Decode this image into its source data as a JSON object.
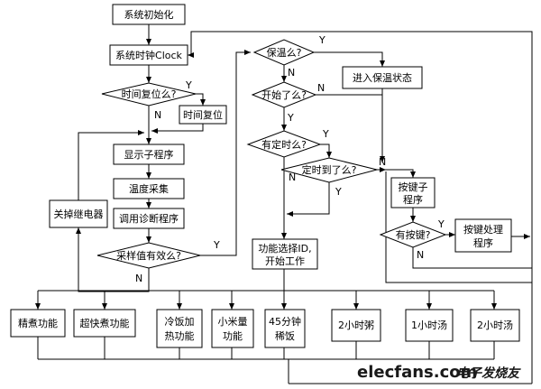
{
  "nodes": {
    "init": "系统初始化",
    "clock": "系统时钟Clock",
    "time_reset_q": "时间复位么?",
    "time_reset": "时间复位",
    "display": "显示子程序",
    "temp": "温度采集",
    "call": "调用诊断程序",
    "valid_q": "采样值有效么?",
    "relay": "关掉继电器",
    "keep_warm_q": "保温么?",
    "enter_warm": "进入保温状态",
    "started_q": "开始了么?",
    "timer_q": "有定时么?",
    "time_up_q": "定时到了么?",
    "select_line1": "功能选择ID,",
    "select_line2": "开始工作",
    "key_sub_line1": "按键子",
    "key_sub_line2": "程序",
    "has_key_q": "有按键?",
    "key_proc_line1": "按键处理",
    "key_proc_line2": "程序"
  },
  "functions": {
    "f1": "精煮功能",
    "f2": "超快煮功能",
    "f3_line1": "冷饭加",
    "f3_line2": "热功能",
    "f4_line1": "小米量",
    "f4_line2": "功能",
    "f5_line1": "45分钟",
    "f5_line2": "稀饭",
    "f6": "2小时粥",
    "f7": "1小时汤",
    "f8": "2小时汤"
  },
  "labels": {
    "yes": "Y",
    "no": "N"
  },
  "watermark": {
    "site": "elecfans.com",
    "cn": "电子发烧友",
    "site_color": "#1a1a1a",
    "cn_color": "#1a1a1a"
  }
}
